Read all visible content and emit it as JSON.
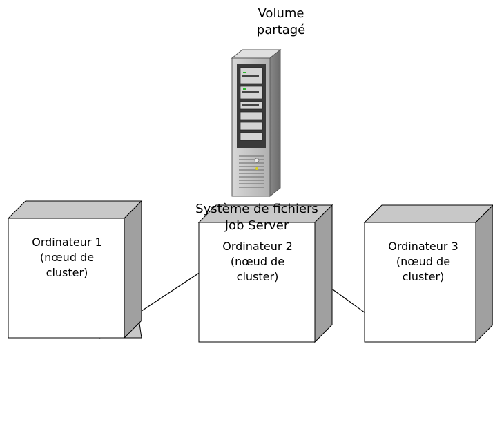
{
  "volume": {
    "line1": "Volume",
    "line2": "partagé"
  },
  "server": {
    "line1": "Système de fichiers",
    "line2": "Job Server"
  },
  "nodes": [
    {
      "line1": "Ordinateur 1",
      "line2": "(nœud de",
      "line3": "cluster)"
    },
    {
      "line1": "Ordinateur 2",
      "line2": "(nœud de",
      "line3": "cluster)"
    },
    {
      "line1": "Ordinateur 3",
      "line2": "(nœud de",
      "line3": "cluster)"
    }
  ],
  "colors": {
    "box_face": "#ffffff",
    "box_side": "#a0a0a0",
    "box_top": "#c8c8c8",
    "stroke": "#000000",
    "server_body": "#c0c0c0"
  }
}
